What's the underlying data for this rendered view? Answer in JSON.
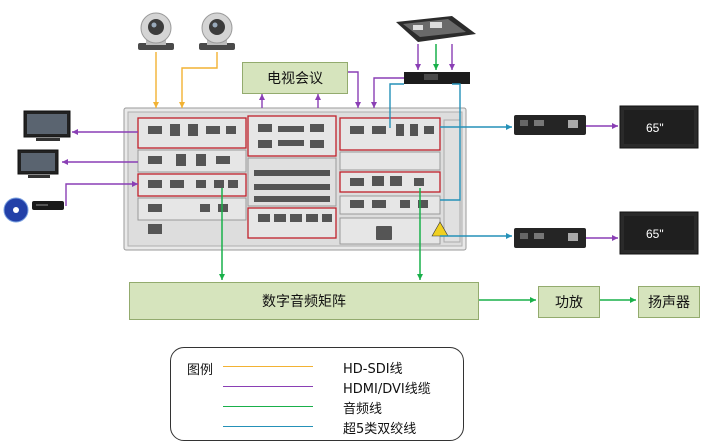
{
  "boxes": {
    "video_conference": "电视会议",
    "audio_matrix": "数字音频矩阵",
    "amplifier": "功放",
    "speaker": "扬声器"
  },
  "screens": {
    "top": "65\"",
    "bottom": "65\""
  },
  "legend": {
    "title": "图例",
    "items": [
      {
        "label": "HD-SDI线",
        "color": "#f2b233"
      },
      {
        "label": "HDMI/DVI线缆",
        "color": "#8a3fb5"
      },
      {
        "label": "音频线",
        "color": "#19b04a"
      },
      {
        "label": "超5类双绞线",
        "color": "#2591b8"
      }
    ]
  },
  "colors": {
    "sdi": "#f2b233",
    "hdmi": "#8a3fb5",
    "audio": "#19b04a",
    "cat5": "#2591b8",
    "box_fill": "#d6e4bd",
    "box_border": "#93ab6e",
    "module_border": "#c0202a"
  },
  "icons": [
    "ptz-camera-icon",
    "tv-monitor-icon",
    "dvd-disc-icon",
    "dvd-player-icon",
    "table-connection-box-icon",
    "hdbaset-receiver-icon",
    "display-screen-icon"
  ]
}
